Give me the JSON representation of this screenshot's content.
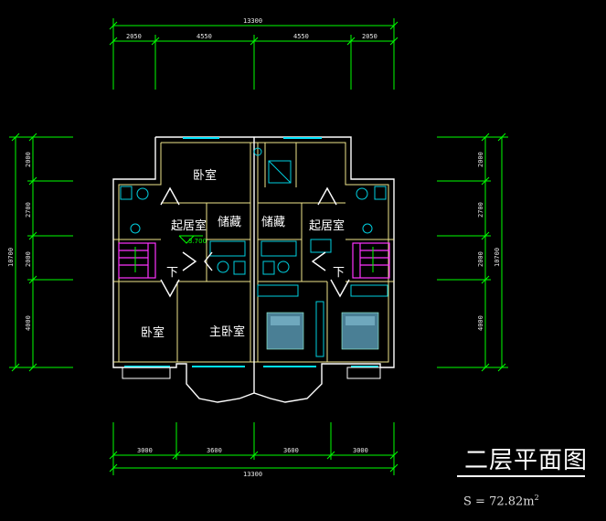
{
  "drawing": {
    "title": "二层平面图",
    "area_label": "S = 72.82",
    "area_unit": "m",
    "area_exp": "2"
  },
  "dimensions": {
    "top_total": "13300",
    "top_segments": [
      "2050",
      "4550",
      "4550",
      "2050"
    ],
    "bottom_segments": [
      "3000",
      "3600",
      "3600",
      "3000"
    ],
    "bottom_total": "13300",
    "left_segments": [
      "2000",
      "2700",
      "2000",
      "4000"
    ],
    "left_total": "10700",
    "right_segments": [
      "2000",
      "2700",
      "2000",
      "4000"
    ],
    "right_total": "10700"
  },
  "rooms": {
    "top_bedroom": "卧室",
    "storage_left": "储藏",
    "storage_right": "储藏",
    "living_left": "起居室",
    "living_right": "起居室",
    "bedroom_left": "卧室",
    "master_bedroom": "主卧室",
    "down_left": "下",
    "down_right": "下",
    "elevation": "3.700"
  },
  "colors": {
    "background": "#000000",
    "wall": "#ffffff",
    "dimension": "#00ff00",
    "window": "#00e5ff",
    "stair": "#ff33ff"
  }
}
